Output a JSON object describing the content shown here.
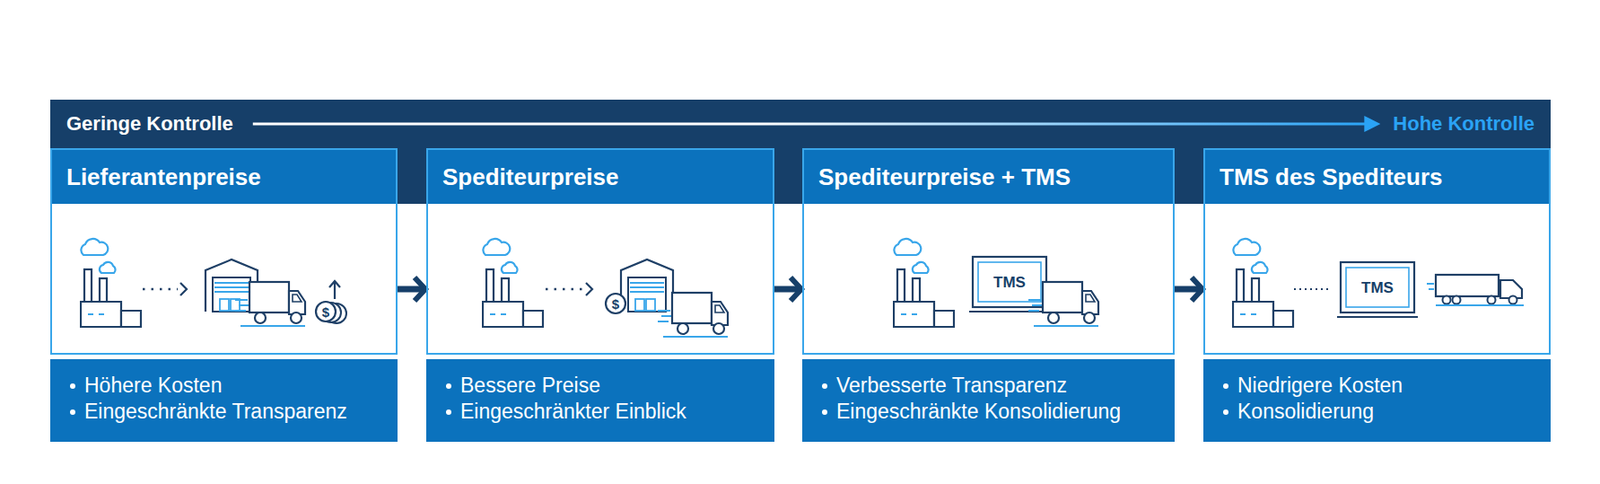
{
  "diagram": {
    "nodes": [
      {
        "text": [
          "Geringe Kontrolle",
          "Hohe Kontrolle"
        ]
      },
      {
        "text": [
          "Lieferantenpreise"
        ]
      },
      {
        "text": [
          "Höhere Kosten",
          "Eingeschränkte Transparenz"
        ]
      },
      {
        "text": [
          "Spediteurpreise"
        ]
      },
      {
        "text": [
          "Bessere Preise",
          "Eingeschränkter Einblick"
        ]
      },
      {
        "text": [
          "Spediteurpreise + TMS"
        ]
      },
      {
        "text": [
          "Verbesserte Transparenz",
          "Eingeschränkte Konsolidierung"
        ]
      },
      {
        "text": [
          "TMS des Spediteurs"
        ]
      },
      {
        "text": [
          "Niedrigere Kosten",
          "Konsolidierung"
        ]
      }
    ],
    "edges": [
      {
        "from": 1,
        "to": 3,
        "arrow": "to"
      },
      {
        "from": 3,
        "to": 5,
        "arrow": "to"
      },
      {
        "from": 5,
        "to": 7,
        "arrow": "to"
      }
    ],
    "labels": [
      "$",
      "$",
      "TMS",
      "TMS"
    ]
  }
}
